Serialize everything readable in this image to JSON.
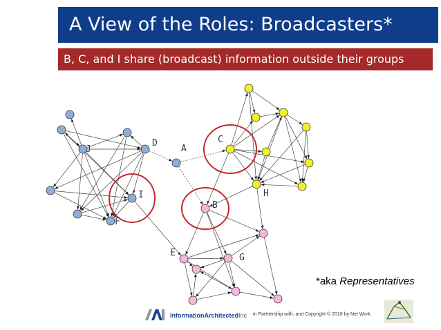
{
  "slide": {
    "title": "A View of the Roles: Broadcasters*",
    "subtitle": "B, C, and I share (broadcast) information outside their groups",
    "note_prefix": "*aka ",
    "note_italic": "Representatives"
  },
  "footer": {
    "company_brand": "InformationArchitected",
    "company_suffix": "Inc",
    "copyright": "in Partnership with, and Copyright © 2010 by Net Work"
  },
  "colors": {
    "title_bg": "#0f3d8a",
    "subtitle_bg": "#a32a29",
    "group_blue": "#8faed5",
    "group_yellow": "#f1f12a",
    "group_pink": "#f7b6dc",
    "highlight_ring": "#c2272d"
  },
  "nodes": [
    {
      "id": "I",
      "label": "I",
      "group": "blue",
      "highlight": true
    },
    {
      "id": "D",
      "label": "D",
      "group": "blue"
    },
    {
      "id": "J",
      "label": "J",
      "group": "blue"
    },
    {
      "id": "A",
      "label": "A",
      "group": "blue"
    },
    {
      "id": "F",
      "label": "F",
      "group": "blue"
    },
    {
      "id": "b1",
      "label": "",
      "group": "blue"
    },
    {
      "id": "b2",
      "label": "",
      "group": "blue"
    },
    {
      "id": "b3",
      "label": "",
      "group": "blue"
    },
    {
      "id": "b4",
      "label": "",
      "group": "blue"
    },
    {
      "id": "b5",
      "label": "",
      "group": "blue"
    },
    {
      "id": "C",
      "label": "C",
      "group": "yellow",
      "highlight": true
    },
    {
      "id": "H",
      "label": "H",
      "group": "yellow"
    },
    {
      "id": "y1",
      "label": "",
      "group": "yellow"
    },
    {
      "id": "y2",
      "label": "",
      "group": "yellow"
    },
    {
      "id": "y3",
      "label": "",
      "group": "yellow"
    },
    {
      "id": "y4",
      "label": "",
      "group": "yellow"
    },
    {
      "id": "y5",
      "label": "",
      "group": "yellow"
    },
    {
      "id": "y6",
      "label": "",
      "group": "yellow"
    },
    {
      "id": "y7",
      "label": "",
      "group": "yellow"
    },
    {
      "id": "B",
      "label": "B",
      "group": "pink",
      "highlight": true
    },
    {
      "id": "E",
      "label": "E",
      "group": "pink"
    },
    {
      "id": "G",
      "label": "G",
      "group": "pink"
    },
    {
      "id": "p1",
      "label": "",
      "group": "pink"
    },
    {
      "id": "p2",
      "label": "",
      "group": "pink"
    },
    {
      "id": "p3",
      "label": "",
      "group": "pink"
    },
    {
      "id": "p4",
      "label": "",
      "group": "pink"
    },
    {
      "id": "p5",
      "label": "",
      "group": "pink"
    }
  ],
  "edges": [
    [
      "J",
      "b1"
    ],
    [
      "J",
      "b2"
    ],
    [
      "J",
      "D"
    ],
    [
      "J",
      "b5"
    ],
    [
      "J",
      "b4"
    ],
    [
      "J",
      "F"
    ],
    [
      "J",
      "I"
    ],
    [
      "J",
      "b3"
    ],
    [
      "b2",
      "D"
    ],
    [
      "b2",
      "I"
    ],
    [
      "b2",
      "F"
    ],
    [
      "b2",
      "J"
    ],
    [
      "D",
      "b3"
    ],
    [
      "D",
      "b5"
    ],
    [
      "D",
      "F"
    ],
    [
      "D",
      "I"
    ],
    [
      "D",
      "b4"
    ],
    [
      "D",
      "A"
    ],
    [
      "b3",
      "b5"
    ],
    [
      "b3",
      "F"
    ],
    [
      "b5",
      "I"
    ],
    [
      "b5",
      "F"
    ],
    [
      "b4",
      "F"
    ],
    [
      "b4",
      "I"
    ],
    [
      "I",
      "F"
    ],
    [
      "A",
      "C"
    ],
    [
      "A",
      "B"
    ],
    [
      "I",
      "E"
    ],
    [
      "C",
      "y1"
    ],
    [
      "C",
      "y2"
    ],
    [
      "C",
      "y3"
    ],
    [
      "C",
      "y5"
    ],
    [
      "C",
      "y6"
    ],
    [
      "C",
      "y7"
    ],
    [
      "C",
      "H"
    ],
    [
      "C",
      "B"
    ],
    [
      "y1",
      "y2"
    ],
    [
      "y1",
      "y3"
    ],
    [
      "y1",
      "H"
    ],
    [
      "y2",
      "y3"
    ],
    [
      "y3",
      "y4"
    ],
    [
      "y3",
      "y5"
    ],
    [
      "y3",
      "y6"
    ],
    [
      "y3",
      "H"
    ],
    [
      "y4",
      "y5"
    ],
    [
      "y4",
      "H"
    ],
    [
      "y5",
      "y6"
    ],
    [
      "y5",
      "H"
    ],
    [
      "y6",
      "H"
    ],
    [
      "y7",
      "H"
    ],
    [
      "y7",
      "y3"
    ],
    [
      "y4",
      "y6"
    ],
    [
      "H",
      "p1"
    ],
    [
      "H",
      "B"
    ],
    [
      "B",
      "p1"
    ],
    [
      "B",
      "E"
    ],
    [
      "B",
      "p3"
    ],
    [
      "B",
      "G"
    ],
    [
      "E",
      "G"
    ],
    [
      "E",
      "p1"
    ],
    [
      "E",
      "p2"
    ],
    [
      "E",
      "p3"
    ],
    [
      "E",
      "p5"
    ],
    [
      "G",
      "p1"
    ],
    [
      "G",
      "p2"
    ],
    [
      "G",
      "p3"
    ],
    [
      "G",
      "p4"
    ],
    [
      "G",
      "p5"
    ],
    [
      "p2",
      "p3"
    ],
    [
      "p3",
      "p4"
    ],
    [
      "p2",
      "p5"
    ],
    [
      "p3",
      "p5"
    ],
    [
      "p1",
      "p4"
    ]
  ]
}
